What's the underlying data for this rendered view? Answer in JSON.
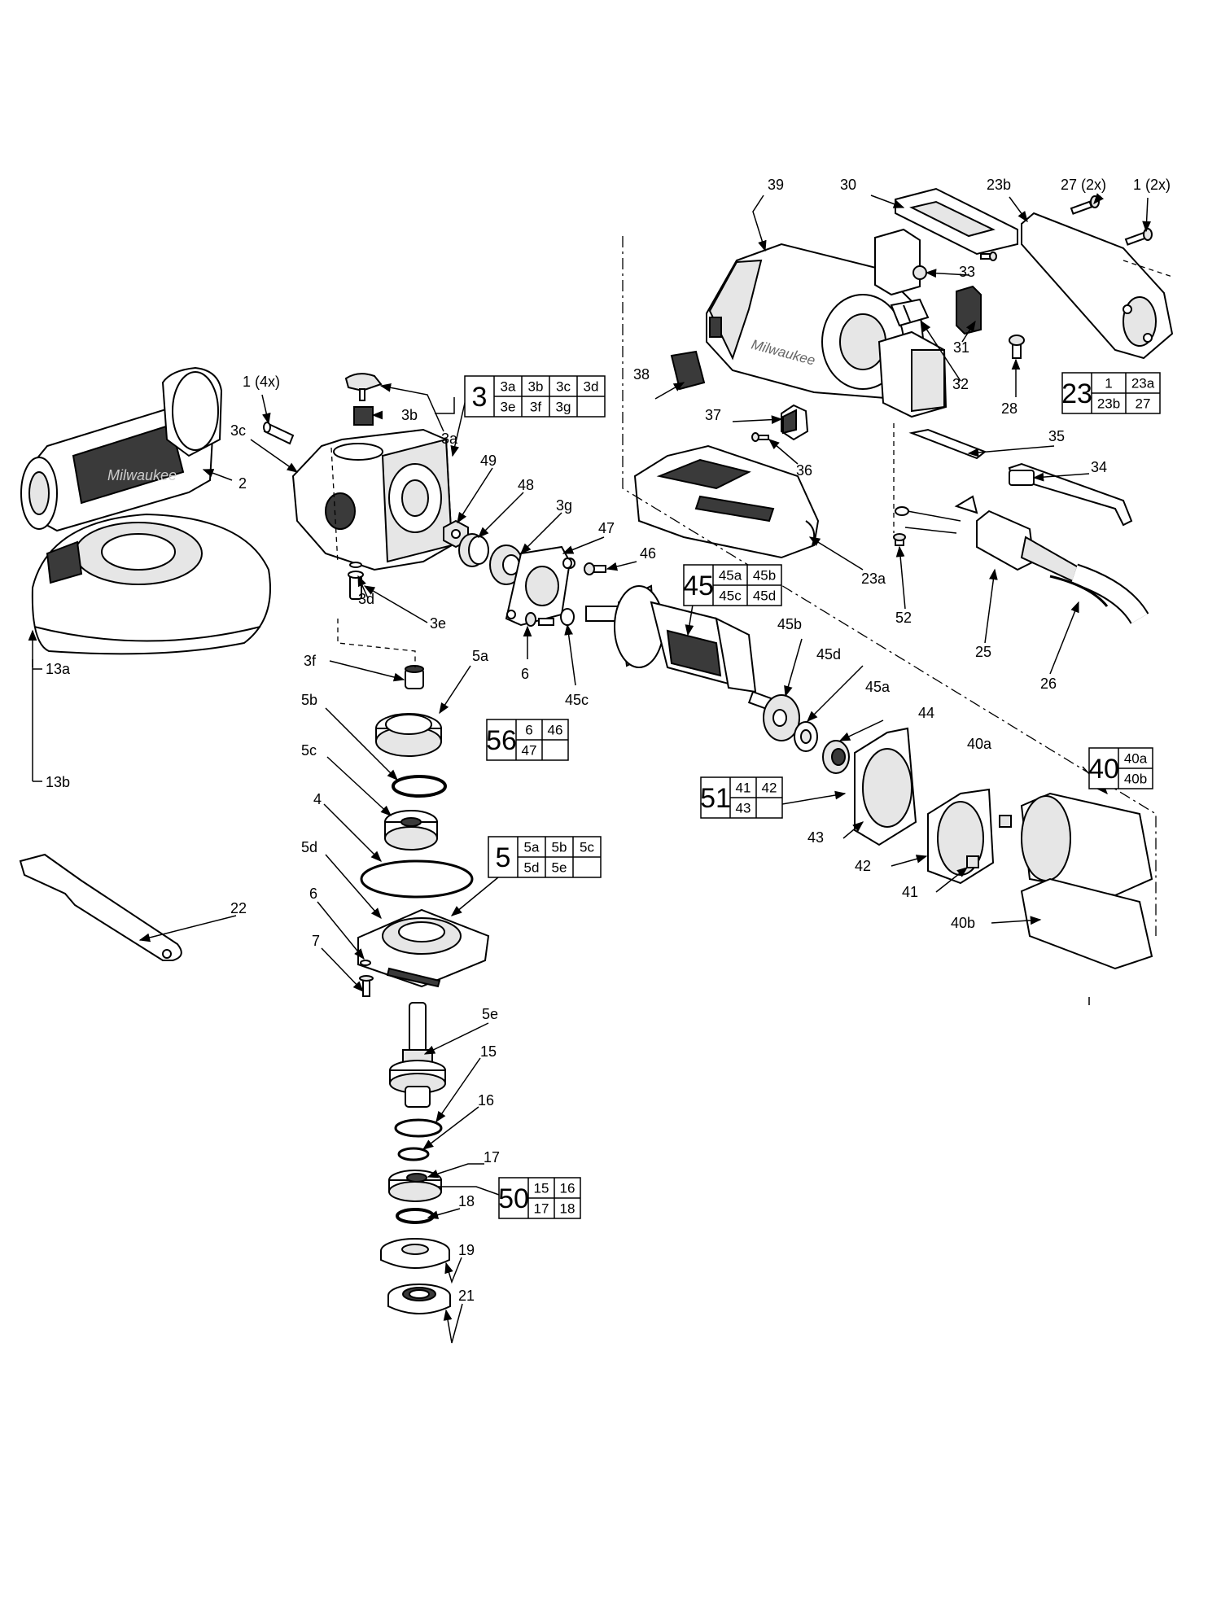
{
  "labels": [
    {
      "id": "l-1-4x",
      "text": "1 (4x)"
    },
    {
      "id": "l-3b",
      "text": "3b"
    },
    {
      "id": "l-3a",
      "text": "3a"
    },
    {
      "id": "l-3c",
      "text": "3c"
    },
    {
      "id": "l-2",
      "text": "2"
    },
    {
      "id": "l-49",
      "text": "49"
    },
    {
      "id": "l-48",
      "text": "48"
    },
    {
      "id": "l-3g",
      "text": "3g"
    },
    {
      "id": "l-47",
      "text": "47"
    },
    {
      "id": "l-46",
      "text": "46"
    },
    {
      "id": "l-3d",
      "text": "3d"
    },
    {
      "id": "l-3e",
      "text": "3e"
    },
    {
      "id": "l-6a",
      "text": "6"
    },
    {
      "id": "l-45c",
      "text": "45c"
    },
    {
      "id": "l-13a",
      "text": "13a"
    },
    {
      "id": "l-13b",
      "text": "13b"
    },
    {
      "id": "l-3f",
      "text": "3f"
    },
    {
      "id": "l-5a",
      "text": "5a"
    },
    {
      "id": "l-5b",
      "text": "5b"
    },
    {
      "id": "l-5c",
      "text": "5c"
    },
    {
      "id": "l-4",
      "text": "4"
    },
    {
      "id": "l-5d",
      "text": "5d"
    },
    {
      "id": "l-6b",
      "text": "6"
    },
    {
      "id": "l-7",
      "text": "7"
    },
    {
      "id": "l-22",
      "text": "22"
    },
    {
      "id": "l-5e",
      "text": "5e"
    },
    {
      "id": "l-15",
      "text": "15"
    },
    {
      "id": "l-16",
      "text": "16"
    },
    {
      "id": "l-17",
      "text": "17"
    },
    {
      "id": "l-18",
      "text": "18"
    },
    {
      "id": "l-19",
      "text": "19"
    },
    {
      "id": "l-21",
      "text": "21"
    },
    {
      "id": "l-39",
      "text": "39"
    },
    {
      "id": "l-30",
      "text": "30"
    },
    {
      "id": "l-23b",
      "text": "23b"
    },
    {
      "id": "l-27-2x",
      "text": "27 (2x)"
    },
    {
      "id": "l-1-2x",
      "text": "1 (2x)"
    },
    {
      "id": "l-33",
      "text": "33"
    },
    {
      "id": "l-31",
      "text": "31"
    },
    {
      "id": "l-32",
      "text": "32"
    },
    {
      "id": "l-28",
      "text": "28"
    },
    {
      "id": "l-38",
      "text": "38"
    },
    {
      "id": "l-37",
      "text": "37"
    },
    {
      "id": "l-36",
      "text": "36"
    },
    {
      "id": "l-35",
      "text": "35"
    },
    {
      "id": "l-34",
      "text": "34"
    },
    {
      "id": "l-23a",
      "text": "23a"
    },
    {
      "id": "l-52",
      "text": "52"
    },
    {
      "id": "l-25",
      "text": "25"
    },
    {
      "id": "l-26",
      "text": "26"
    },
    {
      "id": "l-45b",
      "text": "45b"
    },
    {
      "id": "l-45d",
      "text": "45d"
    },
    {
      "id": "l-45a",
      "text": "45a"
    },
    {
      "id": "l-44",
      "text": "44"
    },
    {
      "id": "l-40a",
      "text": "40a"
    },
    {
      "id": "l-43",
      "text": "43"
    },
    {
      "id": "l-42",
      "text": "42"
    },
    {
      "id": "l-41",
      "text": "41"
    },
    {
      "id": "l-40b",
      "text": "40b"
    }
  ],
  "kits": [
    {
      "id": "kit-3",
      "number": "3",
      "cells": [
        [
          "3a",
          "3b",
          "3c",
          "3d"
        ],
        [
          "3e",
          "3f",
          "3g",
          ""
        ]
      ]
    },
    {
      "id": "kit-23",
      "number": "23",
      "cells": [
        [
          "1",
          "23a"
        ],
        [
          "23b",
          "27"
        ]
      ]
    },
    {
      "id": "kit-45",
      "number": "45",
      "cells": [
        [
          "45a",
          "45b"
        ],
        [
          "45c",
          "45d"
        ]
      ]
    },
    {
      "id": "kit-56",
      "number": "56",
      "cells": [
        [
          "6",
          "46"
        ],
        [
          "47",
          ""
        ]
      ]
    },
    {
      "id": "kit-40",
      "number": "40",
      "cells": [
        [
          "40a"
        ],
        [
          "40b"
        ]
      ]
    },
    {
      "id": "kit-51",
      "number": "51",
      "cells": [
        [
          "41",
          "42"
        ],
        [
          "43",
          ""
        ]
      ]
    },
    {
      "id": "kit-5",
      "number": "5",
      "cells": [
        [
          "5a",
          "5b",
          "5c"
        ],
        [
          "5d",
          "5e",
          ""
        ]
      ]
    },
    {
      "id": "kit-50",
      "number": "50",
      "cells": [
        [
          "15",
          "16"
        ],
        [
          "17",
          "18"
        ]
      ]
    }
  ],
  "brand_logo": "Milwaukee",
  "icons": {
    "arrow": "arrowhead-icon"
  }
}
